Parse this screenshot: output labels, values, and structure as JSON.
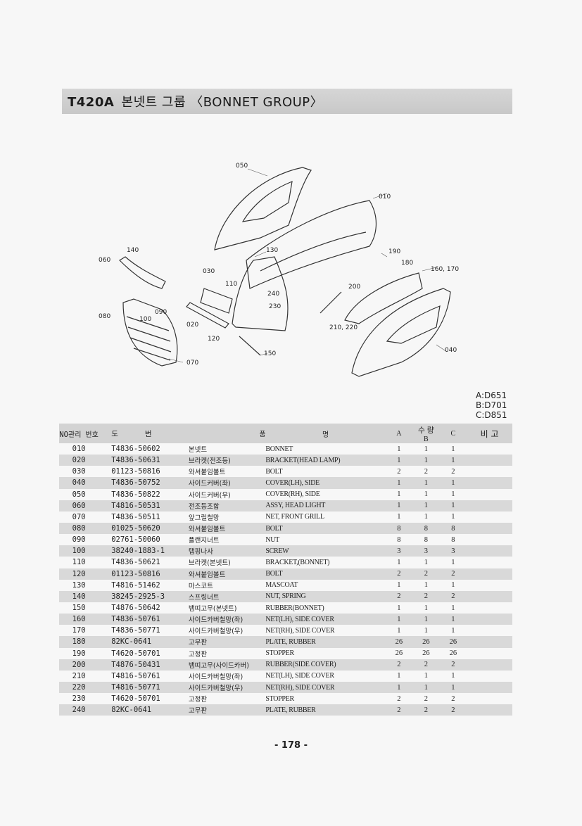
{
  "header": {
    "model": "T420A",
    "title": "본넷트 그룹 〈BONNET GROUP〉"
  },
  "diagram": {
    "callouts": [
      "050",
      "010",
      "130",
      "190",
      "180",
      "160, 170",
      "140",
      "060",
      "030",
      "110",
      "200",
      "240",
      "230",
      "080",
      "090",
      "100",
      "020",
      "210, 220",
      "120",
      "150",
      "040",
      "070"
    ]
  },
  "models": [
    "A:D651",
    "B:D701",
    "C:D851"
  ],
  "table": {
    "headers": {
      "no": "NO",
      "mgmt": "관리 번호",
      "drawing1": "도",
      "drawing2": "번",
      "name1": "품",
      "name2": "명",
      "qty": "수 량",
      "a": "A",
      "b": "B",
      "c": "C",
      "remark": "비 고"
    },
    "rows": [
      {
        "no": "010",
        "part": "T4836-50602",
        "kor": "본넷트",
        "eng": "BONNET",
        "a": "1",
        "b": "1",
        "c": "1"
      },
      {
        "no": "020",
        "part": "T4836-50631",
        "kor": "브라켓(전조등)",
        "eng": "BRACKET(HEAD LAMP)",
        "a": "1",
        "b": "1",
        "c": "1"
      },
      {
        "no": "030",
        "part": "01123-50816",
        "kor": "와셔붙임볼트",
        "eng": "BOLT",
        "a": "2",
        "b": "2",
        "c": "2"
      },
      {
        "no": "040",
        "part": "T4836-50752",
        "kor": "사이드커버(좌)",
        "eng": "COVER(LH), SIDE",
        "a": "1",
        "b": "1",
        "c": "1"
      },
      {
        "no": "050",
        "part": "T4836-50822",
        "kor": "사이드커버(우)",
        "eng": "COVER(RH), SIDE",
        "a": "1",
        "b": "1",
        "c": "1"
      },
      {
        "no": "060",
        "part": "T4816-50531",
        "kor": "전조등조합",
        "eng": "ASSY, HEAD LIGHT",
        "a": "1",
        "b": "1",
        "c": "1"
      },
      {
        "no": "070",
        "part": "T4836-50511",
        "kor": "앞그릴철망",
        "eng": "NET, FRONT GRILL",
        "a": "1",
        "b": "1",
        "c": "1"
      },
      {
        "no": "080",
        "part": "01025-50620",
        "kor": "와셔붙임볼트",
        "eng": "BOLT",
        "a": "8",
        "b": "8",
        "c": "8"
      },
      {
        "no": "090",
        "part": "02761-50060",
        "kor": "플랜지너트",
        "eng": "NUT",
        "a": "8",
        "b": "8",
        "c": "8"
      },
      {
        "no": "100",
        "part": "38240-1883-1",
        "kor": "탭핑나사",
        "eng": "SCREW",
        "a": "3",
        "b": "3",
        "c": "3"
      },
      {
        "no": "110",
        "part": "T4836-50621",
        "kor": "브라켓(본넷트)",
        "eng": "BRACKET,(BONNET)",
        "a": "1",
        "b": "1",
        "c": "1"
      },
      {
        "no": "120",
        "part": "01123-50816",
        "kor": "와셔붙임볼트",
        "eng": "BOLT",
        "a": "2",
        "b": "2",
        "c": "2"
      },
      {
        "no": "130",
        "part": "T4816-51462",
        "kor": "마스코트",
        "eng": "MASCOAT",
        "a": "1",
        "b": "1",
        "c": "1"
      },
      {
        "no": "140",
        "part": "38245-2925-3",
        "kor": "스프링너트",
        "eng": "NUT, SPRING",
        "a": "2",
        "b": "2",
        "c": "2"
      },
      {
        "no": "150",
        "part": "T4876-50642",
        "kor": "뱀띠고무(본넷트)",
        "eng": "RUBBER(BONNET)",
        "a": "1",
        "b": "1",
        "c": "1"
      },
      {
        "no": "160",
        "part": "T4836-50761",
        "kor": "사이드카버철망(좌)",
        "eng": "NET(LH), SIDE COVER",
        "a": "1",
        "b": "1",
        "c": "1"
      },
      {
        "no": "170",
        "part": "T4836-50771",
        "kor": "사이드카버철망(우)",
        "eng": "NET(RH), SIDE COVER",
        "a": "1",
        "b": "1",
        "c": "1"
      },
      {
        "no": "180",
        "part": "82KC-0641",
        "kor": "고무판",
        "eng": "PLATE, RUBBER",
        "a": "26",
        "b": "26",
        "c": "26"
      },
      {
        "no": "190",
        "part": "T4620-50701",
        "kor": "고정판",
        "eng": "STOPPER",
        "a": "26",
        "b": "26",
        "c": "26"
      },
      {
        "no": "200",
        "part": "T4876-50431",
        "kor": "뱀띠고무(사이드카버)",
        "eng": "RUBBER(SIDE COVER)",
        "a": "2",
        "b": "2",
        "c": "2"
      },
      {
        "no": "210",
        "part": "T4816-50761",
        "kor": "사이드카버철망(좌)",
        "eng": "NET(LH), SIDE COVER",
        "a": "1",
        "b": "1",
        "c": "1"
      },
      {
        "no": "220",
        "part": "T4816-50771",
        "kor": "사이드카버철망(우)",
        "eng": "NET(RH), SIDE COVER",
        "a": "1",
        "b": "1",
        "c": "1"
      },
      {
        "no": "230",
        "part": "T4620-50701",
        "kor": "고정판",
        "eng": "STOPPER",
        "a": "2",
        "b": "2",
        "c": "2"
      },
      {
        "no": "240",
        "part": "82KC-0641",
        "kor": "고무판",
        "eng": "PLATE, RUBBER",
        "a": "2",
        "b": "2",
        "c": "2"
      }
    ]
  },
  "footer": {
    "page": "- 178 -"
  }
}
